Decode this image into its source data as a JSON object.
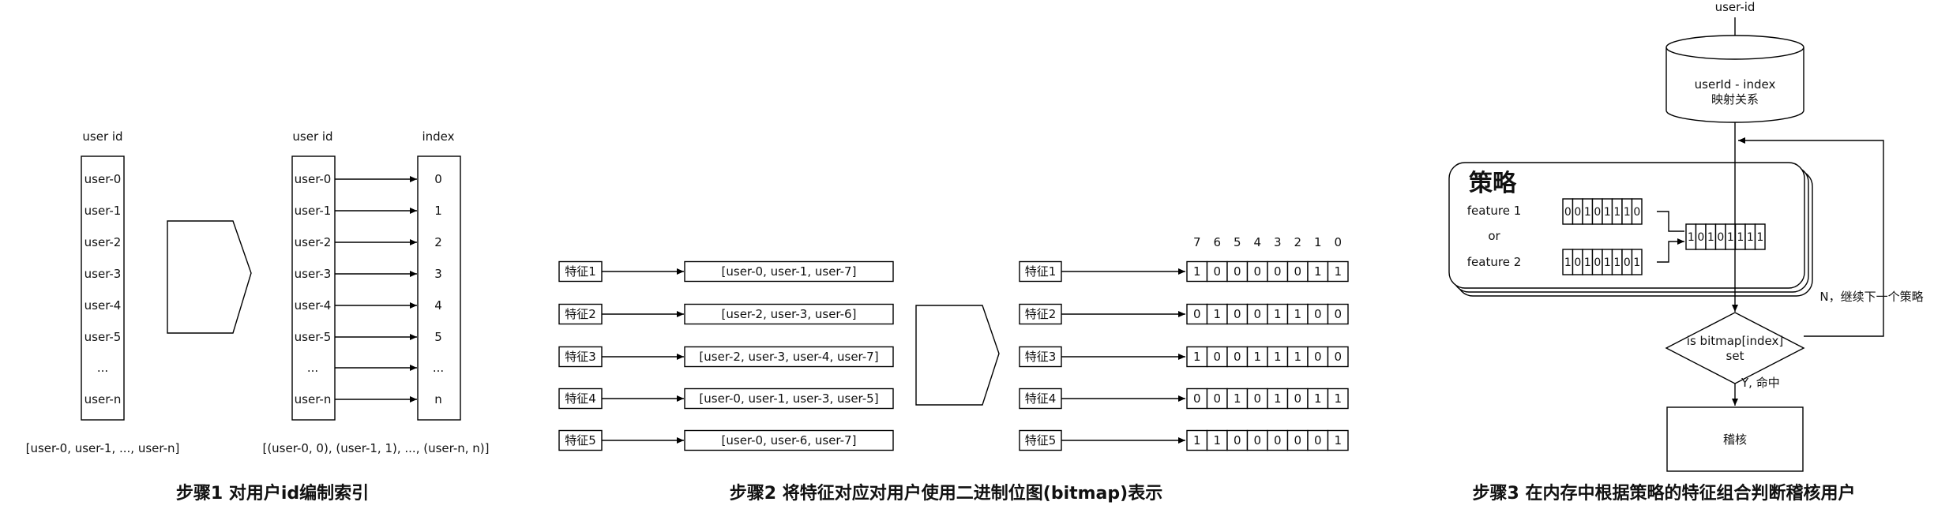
{
  "step1": {
    "col_header_user": "user id",
    "col_header_index": "index",
    "users": [
      "user-0",
      "user-1",
      "user-2",
      "user-3",
      "user-4",
      "user-5",
      "...",
      "user-n"
    ],
    "indexes": [
      "0",
      "1",
      "2",
      "3",
      "4",
      "5",
      "...",
      "n"
    ],
    "left_caption": "[user-0, user-1, ..., user-n]",
    "right_caption": "[(user-0, 0), (user-1, 1), ..., (user-n, n)]",
    "title": "步骤1 对用户id编制索引"
  },
  "step2": {
    "features": [
      {
        "label": "特征1",
        "users": "[user-0, user-1, user-7]",
        "bits": [
          "1",
          "0",
          "0",
          "0",
          "0",
          "0",
          "1",
          "1"
        ]
      },
      {
        "label": "特征2",
        "users": "[user-2, user-3, user-6]",
        "bits": [
          "0",
          "1",
          "0",
          "0",
          "1",
          "1",
          "0",
          "0"
        ]
      },
      {
        "label": "特征3",
        "users": "[user-2, user-3, user-4, user-7]",
        "bits": [
          "1",
          "0",
          "0",
          "1",
          "1",
          "1",
          "0",
          "0"
        ]
      },
      {
        "label": "特征4",
        "users": "[user-0, user-1, user-3, user-5]",
        "bits": [
          "0",
          "0",
          "1",
          "0",
          "1",
          "0",
          "1",
          "1"
        ]
      },
      {
        "label": "特征5",
        "users": "[user-0, user-6, user-7]",
        "bits": [
          "1",
          "1",
          "0",
          "0",
          "0",
          "0",
          "0",
          "1"
        ]
      }
    ],
    "bit_positions": [
      "7",
      "6",
      "5",
      "4",
      "3",
      "2",
      "1",
      "0"
    ],
    "title": "步骤2 将特征对应对用户使用二进制位图(bitmap)表示"
  },
  "step3": {
    "input_label": "user-id",
    "db_line1": "userId - index",
    "db_line2": "映射关系",
    "strategy_title": "策略",
    "feature1_label": "feature 1",
    "or_label": "or",
    "feature2_label": "feature 2",
    "feature1_bits": [
      "0",
      "0",
      "1",
      "0",
      "1",
      "1",
      "1",
      "0"
    ],
    "feature2_bits": [
      "1",
      "0",
      "1",
      "0",
      "1",
      "1",
      "0",
      "1"
    ],
    "result_bits": [
      "1",
      "0",
      "1",
      "0",
      "1",
      "1",
      "1",
      "1"
    ],
    "decision_line1": "is bitmap[index]",
    "decision_line2": "set",
    "no_label": "N，继续下一个策略",
    "yes_label": "Y, 命中",
    "action_label": "稽核",
    "title": "步骤3 在内存中根据策略的特征组合判断稽核用户"
  }
}
